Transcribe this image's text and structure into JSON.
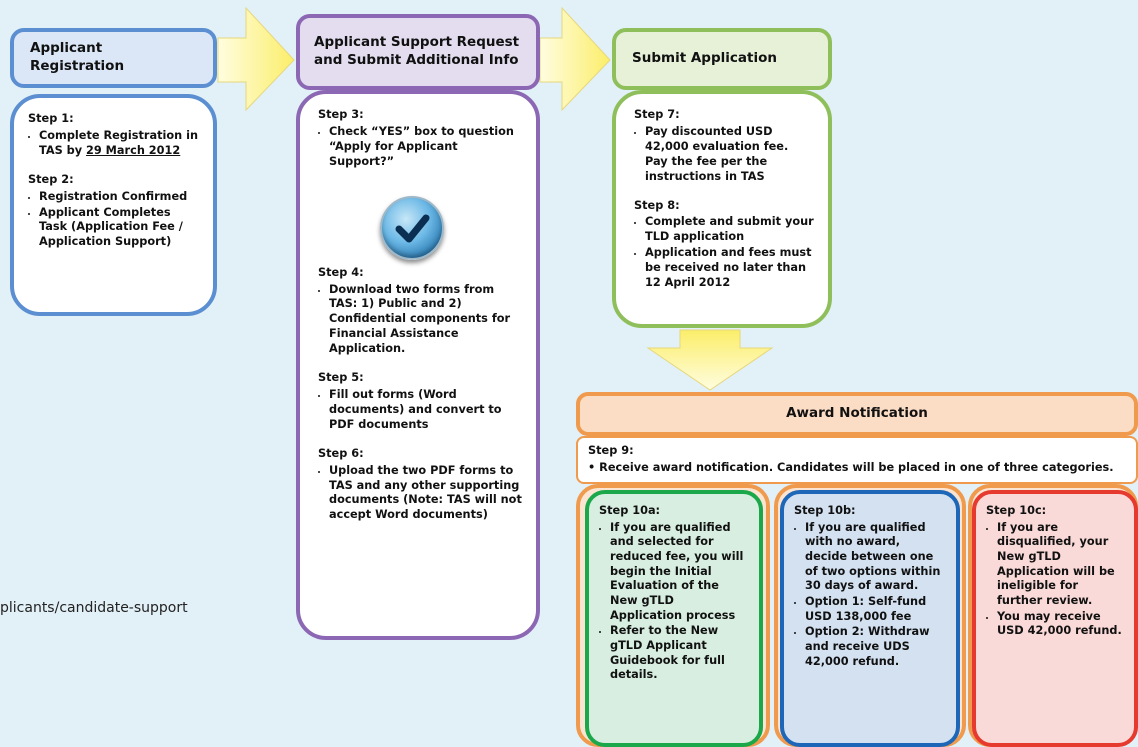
{
  "col1": {
    "header": "Applicant Registration",
    "step1_title": "Step 1:",
    "step1_text": "Complete Registration in TAS by ",
    "step1_date": "29 March 2012",
    "step2_title": "Step 2:",
    "step2_items": [
      "Registration Confirmed",
      "Applicant Completes Task (Application Fee / Application Support)"
    ]
  },
  "col2": {
    "header": "Applicant Support Request and Submit Additional Info",
    "step3_title": "Step 3:",
    "step3_text": "Check “YES” box to question “Apply for Applicant Support?”",
    "step4_title": "Step 4:",
    "step4_text": "Download two forms from TAS:  1) Public and 2) Confidential components for Financial Assistance Application.",
    "step5_title": "Step 5:",
    "step5_text": "Fill out forms (Word documents) and convert to PDF documents",
    "step6_title": "Step 6:",
    "step6_text": "Upload the two PDF forms to TAS and any other supporting documents (Note: TAS will not accept Word documents)"
  },
  "col3": {
    "header": "Submit Application",
    "step7_title": "Step 7:",
    "step7_text": "Pay discounted USD 42,000 evaluation fee. Pay the fee per the instructions in TAS",
    "step8_title": "Step 8:",
    "step8_items": [
      "Complete and submit your TLD application",
      "Application and fees must be received no later than 12 April 2012"
    ]
  },
  "award": {
    "header": "Award Notification",
    "step9_title": "Step 9:",
    "step9_text": "Receive award notification. Candidates will be placed in one of three categories."
  },
  "step10a": {
    "title": "Step 10a:",
    "items": [
      "If you are qualified and selected for reduced fee, you will begin the Initial Evaluation of the New gTLD Application process",
      "Refer to the New gTLD Applicant Guidebook for full details."
    ]
  },
  "step10b": {
    "title": "Step 10b:",
    "items": [
      "If you are qualified with no award, decide between one of two options within 30 days of award.",
      "Option 1: Self-fund USD 138,000 fee",
      "Option 2: Withdraw and receive UDS 42,000 refund."
    ]
  },
  "step10c": {
    "title": "Step 10c:",
    "items": [
      "If you are disqualified, your New gTLD Application will be ineligible for further review.",
      "You may receive USD 42,000 refund."
    ]
  },
  "url_fragment": "plicants/candidate-support",
  "colors": {
    "blue": "#5b8fd1",
    "purple": "#8c68b4",
    "green": "#8fbf5a",
    "orange": "#ef9a4c",
    "arrow": "#fdf59a",
    "card_green": "#1aa84a",
    "card_blue": "#1d66b8",
    "card_red": "#e63a2e"
  },
  "icons": [
    "checkmark-icon",
    "right-arrow-icon",
    "down-arrow-icon"
  ]
}
